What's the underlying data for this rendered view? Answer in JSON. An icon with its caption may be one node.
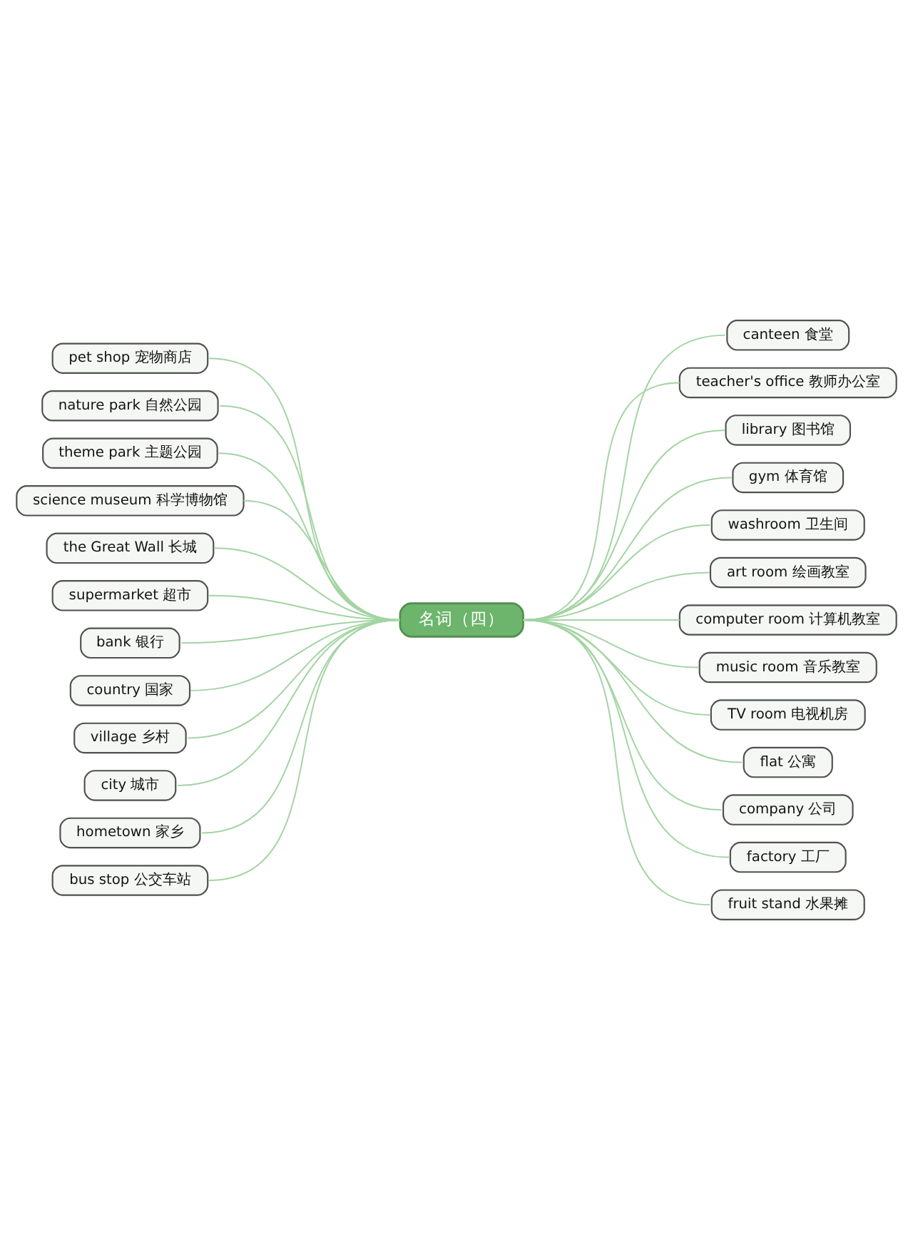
{
  "diagram": {
    "nodes": [
      {
        "text": [
          "名词（四）"
        ]
      },
      {
        "text": [
          "pet shop 宠物商店"
        ]
      },
      {
        "text": [
          "nature park 自然公园"
        ]
      },
      {
        "text": [
          "theme park 主题公园"
        ]
      },
      {
        "text": [
          "science museum 科学博物馆"
        ]
      },
      {
        "text": [
          "the Great Wall 长城"
        ]
      },
      {
        "text": [
          "supermarket 超市"
        ]
      },
      {
        "text": [
          "bank 银行"
        ]
      },
      {
        "text": [
          "country 国家"
        ]
      },
      {
        "text": [
          "village 乡村"
        ]
      },
      {
        "text": [
          "city 城市"
        ]
      },
      {
        "text": [
          "hometown 家乡"
        ]
      },
      {
        "text": [
          "bus stop 公交车站"
        ]
      },
      {
        "text": [
          "canteen 食堂"
        ]
      },
      {
        "text": [
          "teacher's office 教师办公室"
        ]
      },
      {
        "text": [
          "library 图书馆"
        ]
      },
      {
        "text": [
          "gym 体育馆"
        ]
      },
      {
        "text": [
          "washroom 卫生间"
        ]
      },
      {
        "text": [
          "art room 绘画教室"
        ]
      },
      {
        "text": [
          "computer room 计算机教室"
        ]
      },
      {
        "text": [
          "music room 音乐教室"
        ]
      },
      {
        "text": [
          "TV room 电视机房"
        ]
      },
      {
        "text": [
          "flat 公寓"
        ]
      },
      {
        "text": [
          "company 公司"
        ]
      },
      {
        "text": [
          "factory 工厂"
        ]
      },
      {
        "text": [
          "fruit stand 水果摊"
        ]
      }
    ],
    "edges": [
      {
        "from": 0,
        "to": 1,
        "arrow": "none"
      },
      {
        "from": 0,
        "to": 2,
        "arrow": "none"
      },
      {
        "from": 0,
        "to": 3,
        "arrow": "none"
      },
      {
        "from": 0,
        "to": 4,
        "arrow": "none"
      },
      {
        "from": 0,
        "to": 5,
        "arrow": "none"
      },
      {
        "from": 0,
        "to": 6,
        "arrow": "none"
      },
      {
        "from": 0,
        "to": 7,
        "arrow": "none"
      },
      {
        "from": 0,
        "to": 8,
        "arrow": "none"
      },
      {
        "from": 0,
        "to": 9,
        "arrow": "none"
      },
      {
        "from": 0,
        "to": 10,
        "arrow": "none"
      },
      {
        "from": 0,
        "to": 11,
        "arrow": "none"
      },
      {
        "from": 0,
        "to": 12,
        "arrow": "none"
      },
      {
        "from": 0,
        "to": 13,
        "arrow": "none"
      },
      {
        "from": 0,
        "to": 14,
        "arrow": "none"
      },
      {
        "from": 0,
        "to": 15,
        "arrow": "none"
      },
      {
        "from": 0,
        "to": 16,
        "arrow": "none"
      },
      {
        "from": 0,
        "to": 17,
        "arrow": "none"
      },
      {
        "from": 0,
        "to": 18,
        "arrow": "none"
      },
      {
        "from": 0,
        "to": 19,
        "arrow": "none"
      },
      {
        "from": 0,
        "to": 20,
        "arrow": "none"
      },
      {
        "from": 0,
        "to": 21,
        "arrow": "none"
      },
      {
        "from": 0,
        "to": 22,
        "arrow": "none"
      },
      {
        "from": 0,
        "to": 23,
        "arrow": "none"
      },
      {
        "from": 0,
        "to": 24,
        "arrow": "none"
      },
      {
        "from": 0,
        "to": 25,
        "arrow": "none"
      }
    ]
  }
}
